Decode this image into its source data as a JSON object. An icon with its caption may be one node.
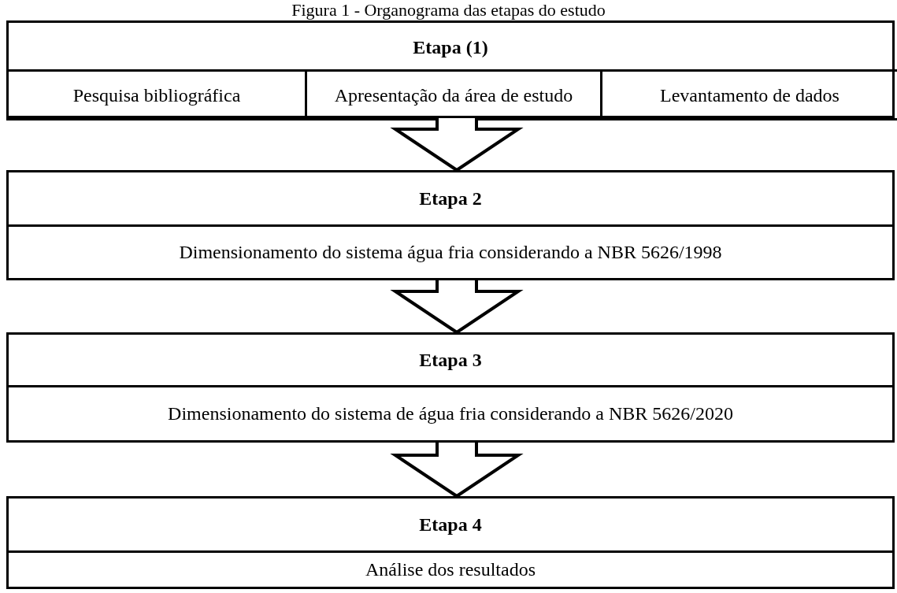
{
  "diagram": {
    "title": "Figura 1 - Organograma das etapas do estudo",
    "nodes": [
      {
        "text": [
          "Etapa (1)"
        ]
      },
      {
        "text": [
          "Pesquisa bibliográfica"
        ],
        "in": 0
      },
      {
        "text": [
          "Apresentação da área de estudo"
        ],
        "in": 0
      },
      {
        "text": [
          "Levantamento de dados"
        ],
        "in": 0
      },
      {
        "text": [
          "Etapa 2",
          "Dimensionamento do sistema água fria considerando a NBR 5626/1998"
        ]
      },
      {
        "text": [
          "Etapa 3",
          "Dimensionamento do sistema de água fria considerando a NBR 5626/2020"
        ]
      },
      {
        "text": [
          "Etapa 4",
          "Análise dos resultados"
        ]
      }
    ],
    "edges": [
      {
        "from": 0,
        "to": 4,
        "arrow": "to"
      },
      {
        "from": 4,
        "to": 5,
        "arrow": "to"
      },
      {
        "from": 5,
        "to": 6,
        "arrow": "to"
      }
    ]
  }
}
